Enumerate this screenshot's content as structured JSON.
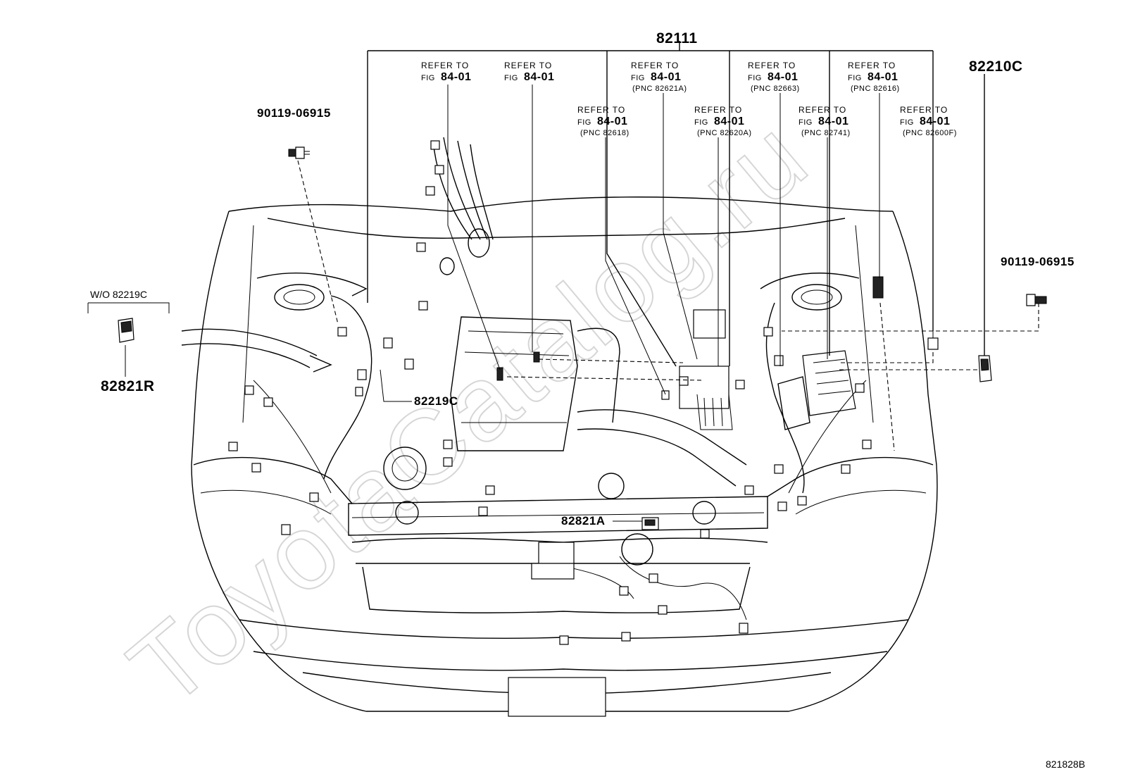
{
  "watermark": "ToyotaCatalog.ru",
  "labels": {
    "main_harness": "82111",
    "relay_block": "82210C",
    "bolt_left": "90119-06915",
    "bolt_right": "90119-06915",
    "variant_note": "W/O 82219C",
    "connector_r": "82821R",
    "wire_c": "82219C",
    "connector_a": "82821A",
    "figure_code": "821828B"
  },
  "refer": [
    {
      "refer": "REFER TO",
      "fig": "FIG",
      "num": "84-01",
      "pnc": ""
    },
    {
      "refer": "REFER TO",
      "fig": "FIG",
      "num": "84-01",
      "pnc": ""
    },
    {
      "refer": "REFER TO",
      "fig": "FIG",
      "num": "84-01",
      "pnc": "(PNC 82621A)"
    },
    {
      "refer": "REFER TO",
      "fig": "FIG",
      "num": "84-01",
      "pnc": "(PNC 82663)"
    },
    {
      "refer": "REFER TO",
      "fig": "FIG",
      "num": "84-01",
      "pnc": "(PNC 82616)"
    },
    {
      "refer": "REFER TO",
      "fig": "FIG",
      "num": "84-01",
      "pnc": "(PNC 82618)"
    },
    {
      "refer": "REFER TO",
      "fig": "FIG",
      "num": "84-01",
      "pnc": "(PNC 82620A)"
    },
    {
      "refer": "REFER TO",
      "fig": "FIG",
      "num": "84-01",
      "pnc": "(PNC 82741)"
    },
    {
      "refer": "REFER TO",
      "fig": "FIG",
      "num": "84-01",
      "pnc": "(PNC 82600F)"
    }
  ]
}
